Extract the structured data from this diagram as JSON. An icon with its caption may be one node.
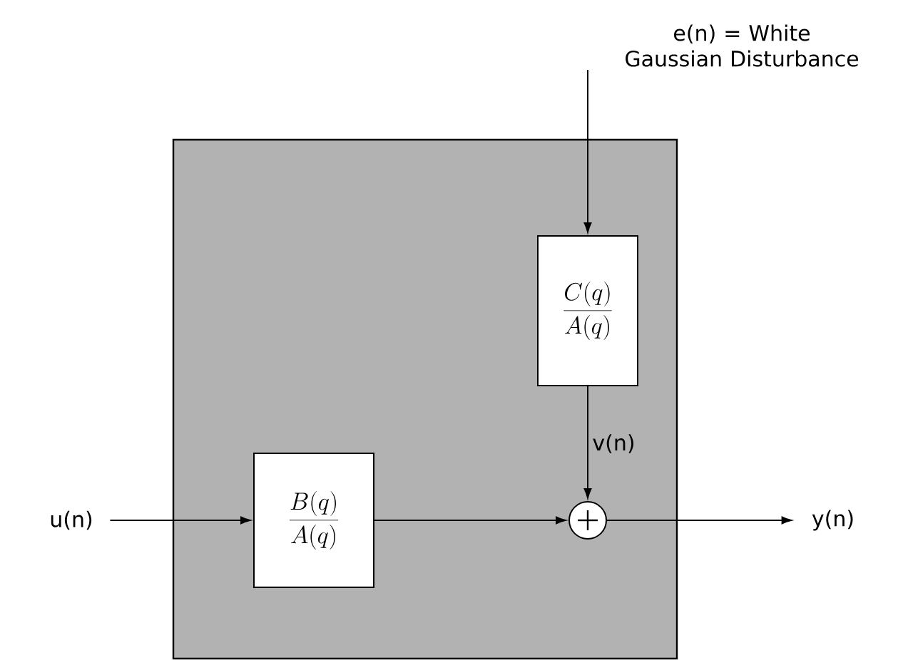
{
  "diagram": {
    "nodes": [
      {
        "text": [],
        "shape": "box"
      },
      {
        "text": [
          "e(n) = White Gaussian Disturbance"
        ]
      },
      {
        "text": [
          "\\frac{C(q)}{A(q)}"
        ],
        "in": 0
      },
      {
        "text": [
          "u(n)"
        ]
      },
      {
        "text": [
          "\\frac{B(q)}{A(q)}"
        ],
        "in": 0
      },
      {
        "text": [],
        "shape": "circle",
        "in": 0
      },
      {
        "text": [
          "y(n)"
        ]
      }
    ],
    "edges": [
      {
        "from": 1,
        "to": 2,
        "arrow": "to"
      },
      {
        "from": 2,
        "to": 5,
        "arrow": "to",
        "label": "v(n)"
      },
      {
        "from": 3,
        "to": 4,
        "arrow": "to"
      },
      {
        "from": 4,
        "to": 5,
        "arrow": "to"
      },
      {
        "from": 5,
        "to": 6,
        "arrow": "to"
      }
    ]
  }
}
